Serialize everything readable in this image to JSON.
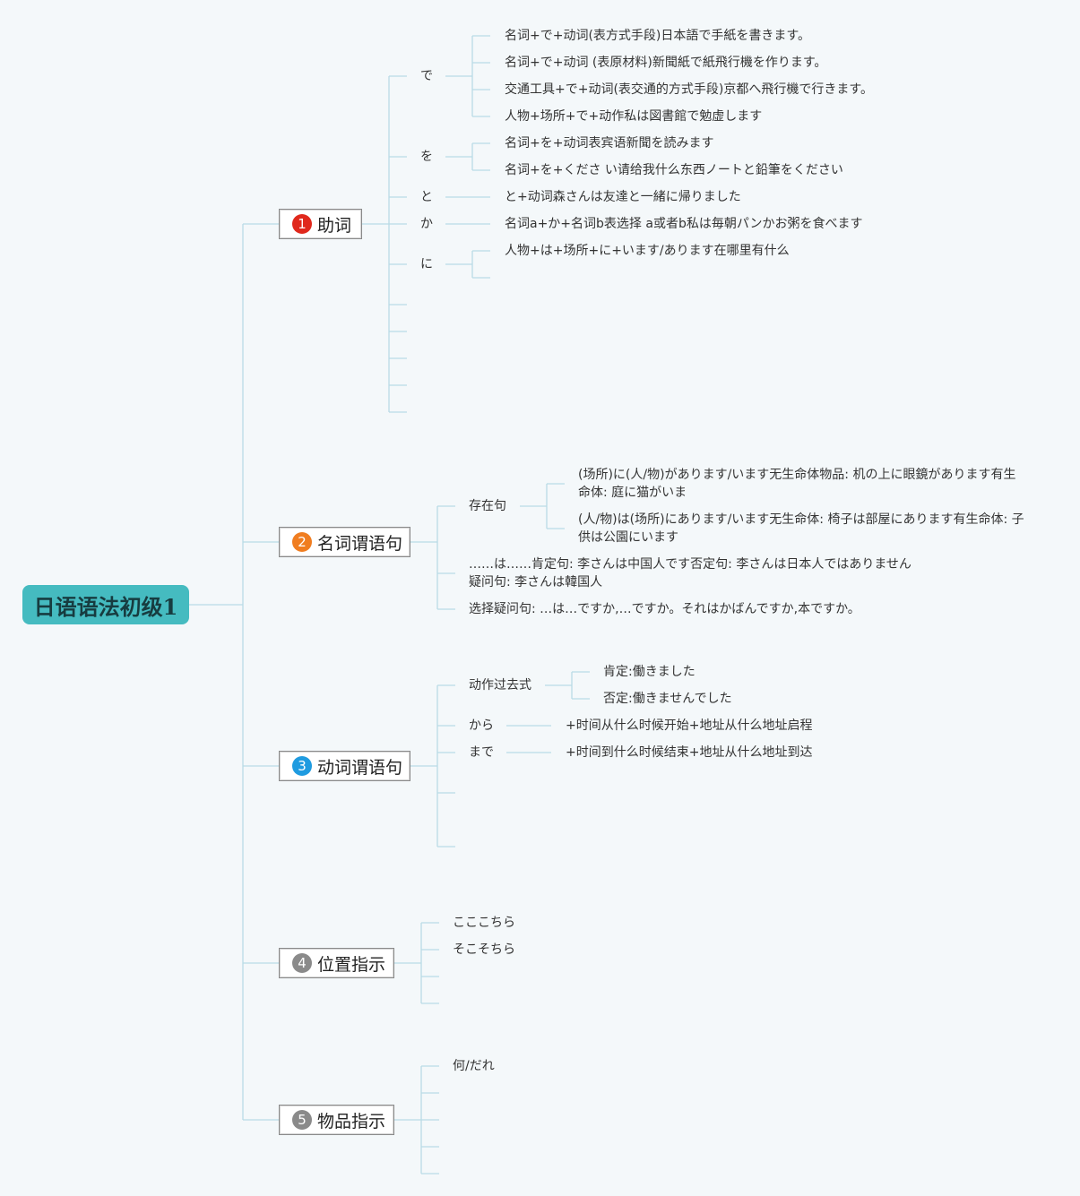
{
  "root": "日语语法初级1",
  "colors": {
    "root": "#45bbc0",
    "line": "#b9dbe6",
    "b1": "#e0281c",
    "b2": "#f07d20",
    "b3": "#1f9be0",
    "b4": "#8a8a8a",
    "b5": "#8a8a8a"
  },
  "branches": [
    {
      "num": "1",
      "label": "助词",
      "children": [
        {
          "label": "で",
          "items": [
            "名词+で+动词(表方式手段)日本語で手紙を書きます。",
            "名词+で+动词 (表原材料)新聞紙で紙飛行機を作ります。",
            "交通工具+で+动词(表交通的方式手段)京都へ飛行機で行きます。",
            "人物+场所+で+动作私は図書館で勉虚します"
          ]
        },
        {
          "label": "を",
          "items": [
            "名词+を+动词表宾语新聞を読みます",
            "名词+を+くださ い请给我什么东西ノートと鉛筆をください"
          ]
        },
        {
          "label": "と",
          "items": [
            "と+动词森さんは友達と一緒に帰りました"
          ]
        },
        {
          "label": "か",
          "items": [
            "名词a+か+名词b表选择 a或者b私は毎朝パンかお粥を食べます"
          ]
        },
        {
          "label": "に",
          "items": [
            "人物+は+场所+に+います/あります在哪里有什么"
          ]
        }
      ]
    },
    {
      "num": "2",
      "label": "名词谓语句",
      "children": [
        {
          "label": "存在句",
          "items": [
            "(场所)に(人/物)があります/います无生命体物品: 机の上に眼鏡があります有生命体: 庭に猫がいま",
            "(人/物)は(场所)にあります/います无生命体: 椅子は部屋にあります有生命体: 子供は公園にいます"
          ]
        },
        {
          "label": "……は……肯定句: 李さんは中国人です否定句: 李さんは日本人ではありません疑问句: 李さんは韓国人"
        },
        {
          "label": "选择疑问句: …は…ですか,…ですか。それはかばんですか,本ですか。"
        }
      ]
    },
    {
      "num": "3",
      "label": "动词谓语句",
      "children": [
        {
          "label": "动作过去式",
          "items": [
            "肯定:働きました",
            "否定:働きませんでした"
          ]
        },
        {
          "label": "から",
          "items": [
            "+时间从什么时候开始+地址从什么地址启程"
          ]
        },
        {
          "label": "まで",
          "items": [
            "+时间到什么时候结束+地址从什么地址到达"
          ]
        }
      ]
    },
    {
      "num": "4",
      "label": "位置指示",
      "children": [
        {
          "label": "こここちら"
        },
        {
          "label": "そこそちら"
        }
      ]
    },
    {
      "num": "5",
      "label": "物品指示",
      "children": [
        {
          "label": "何/だれ"
        }
      ]
    }
  ]
}
